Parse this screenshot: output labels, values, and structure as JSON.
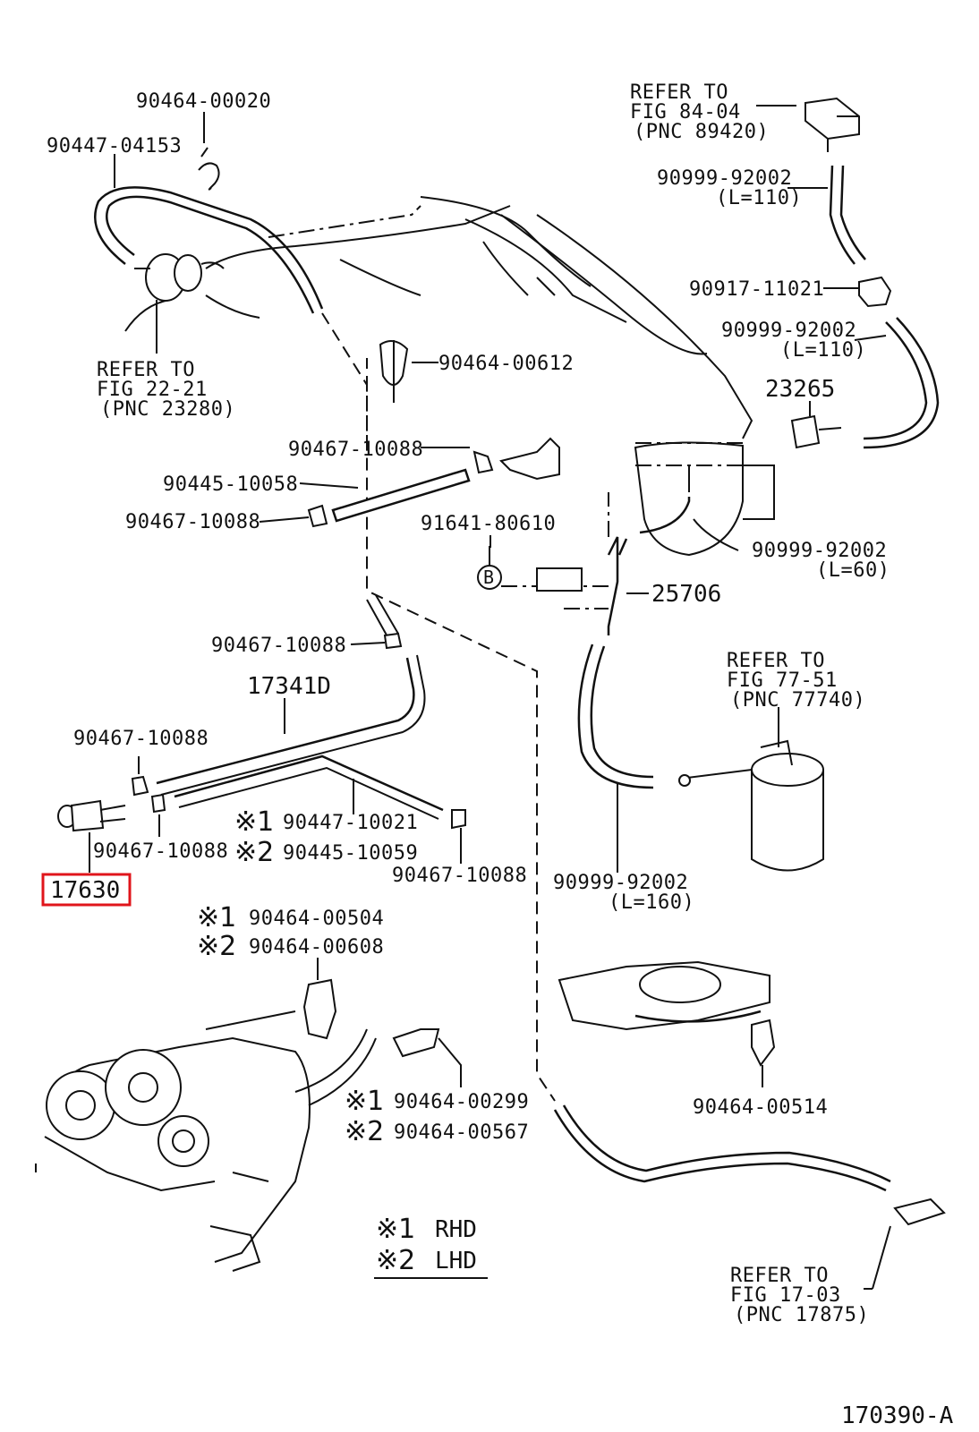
{
  "labels": {
    "p_90464_00020": "90464-00020",
    "p_90447_04153": "90447-04153",
    "ref_22_21": [
      "REFER TO",
      "FIG 22-21",
      "(PNC 23280)"
    ],
    "p_90464_00612": "90464-00612",
    "p_90467_10088_a": "90467-10088",
    "p_90445_10058": "90445-10058",
    "p_90467_10088_b": "90467-10088",
    "p_91641_80610": "91641-80610",
    "p_25706": "25706",
    "p_90467_10088_c": "90467-10088",
    "p_17341D": "17341D",
    "p_90467_10088_d": "90467-10088",
    "p_90467_10088_e": "90467-10088",
    "p_17630": "17630",
    "p_90447_10021": "90447-10021",
    "p_90445_10059": "90445-10059",
    "p_90467_10088_f": "90467-10088",
    "ref_84_04": [
      "REFER TO",
      "FIG 84-04",
      "(PNC 89420)"
    ],
    "p_90999_92002_a": "90999-92002",
    "len_a": "(L=110)",
    "p_90917_11021": "90917-11021",
    "p_90999_92002_b": "90999-92002",
    "len_b": "(L=110)",
    "p_23265": "23265",
    "p_90999_92002_c": "90999-92002",
    "len_c": "(L=60)",
    "ref_77_51": [
      "REFER TO",
      "FIG 77-51",
      "(PNC 77740)"
    ],
    "p_90999_92002_d": "90999-92002",
    "len_d": "(L=160)",
    "p_90464_00504": "90464-00504",
    "p_90464_00608": "90464-00608",
    "p_90464_00299": "90464-00299",
    "p_90464_00567": "90464-00567",
    "p_90464_00514": "90464-00514",
    "ref_17_03": [
      "REFER TO",
      "FIG 17-03",
      "(PNC 17875)"
    ],
    "mark1": "※1",
    "mark2": "※2",
    "num1": "1",
    "num2": "2",
    "circle_b": "B",
    "legend_rhd": "RHD",
    "legend_lhd": "LHD",
    "figure_id": "170390-A"
  },
  "highlight_color": "#e0151b"
}
